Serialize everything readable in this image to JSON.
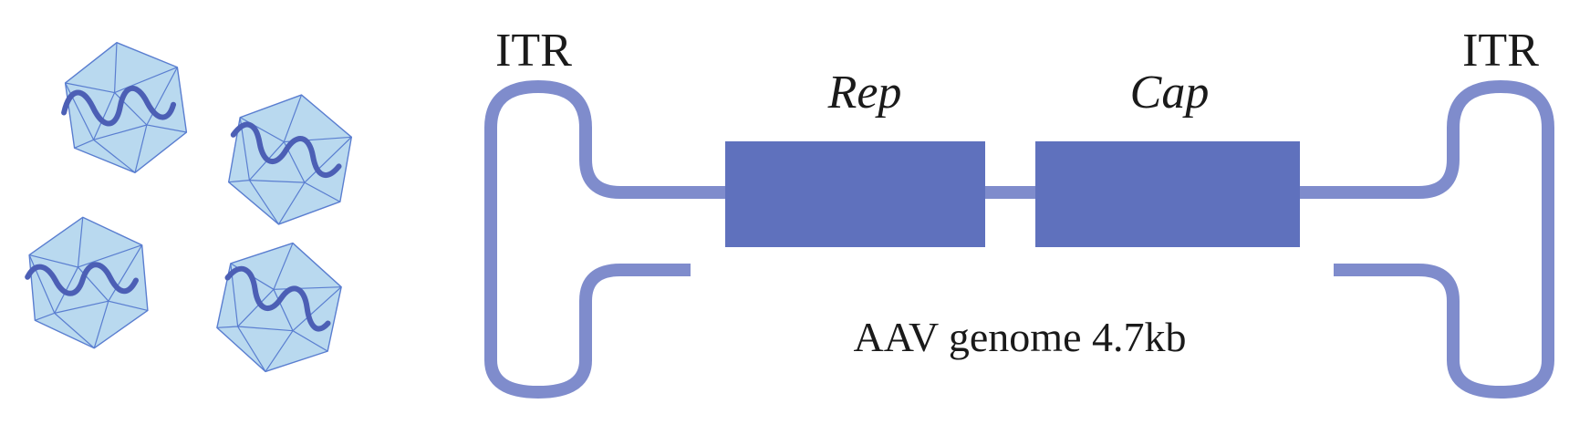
{
  "labels": {
    "itr_left": "ITR",
    "itr_right": "ITR",
    "rep": "Rep",
    "cap": "Cap",
    "genome": "AAV genome 4.7kb"
  },
  "colors": {
    "capsid_fill": "#b9d9ef",
    "capsid_edge": "#5a7ed0",
    "dna_strand": "#4c5fb5",
    "itr_backbone": "#7f8ccc",
    "gene_block": "#5f71bd",
    "text": "#1a1a1a"
  },
  "capsids": {
    "count": 4,
    "shape": "icosahedron",
    "contains": "wavy-dna-strand"
  }
}
